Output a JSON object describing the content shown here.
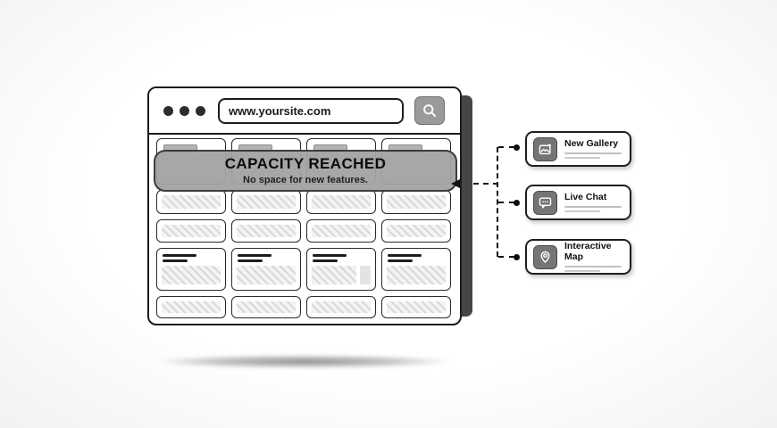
{
  "browser": {
    "url": "www.yoursite.com",
    "window_controls_count": 3,
    "search_button_icon": "magnifier-icon"
  },
  "banner": {
    "title": "CAPACITY REACHED",
    "subtitle": "No space for new features."
  },
  "features": [
    {
      "label": "New Gallery",
      "icon": "gallery-image-icon"
    },
    {
      "label": "Live Chat",
      "icon": "chat-bubble-icon"
    },
    {
      "label": "Interactive Map",
      "icon": "map-pin-icon"
    }
  ],
  "grid": {
    "columns": 4,
    "rows": [
      {
        "type": "tab-card"
      },
      {
        "type": "hatch-small"
      },
      {
        "type": "hatch-small"
      },
      {
        "type": "article-card"
      },
      {
        "type": "hatch-small"
      }
    ]
  },
  "colors": {
    "banner_bg": "#a2a2a2",
    "connector": "#111111",
    "card_border": "#1f1f1f",
    "feature_icon_bg": "#757575",
    "search_button_bg": "#9a9a9a",
    "side_edge": "#464646",
    "hatch_stripe": "#d9d9d9"
  }
}
